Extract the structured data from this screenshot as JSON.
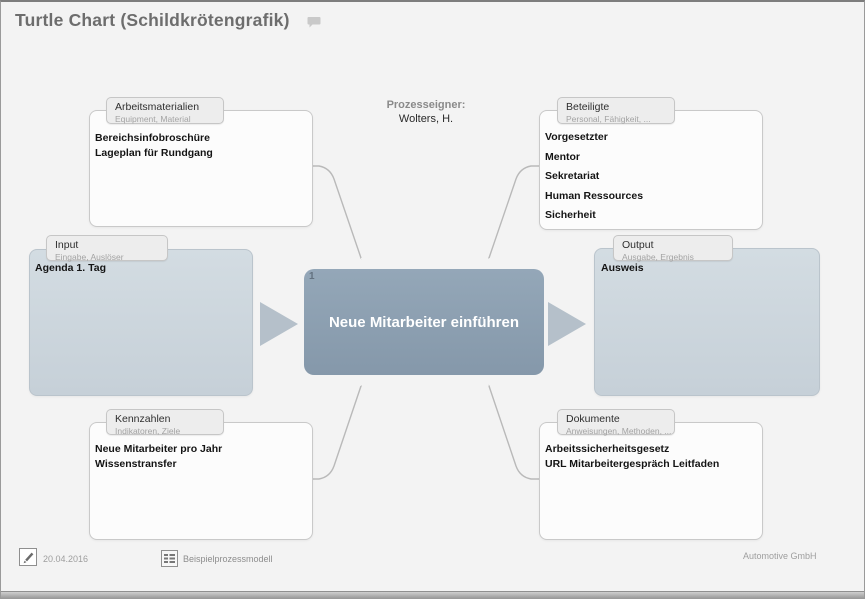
{
  "window": {
    "title": "Turtle Chart (Schildkrötengrafik)"
  },
  "process_owner": {
    "label": "Prozesseigner:",
    "name": "Wolters, H."
  },
  "process": {
    "number": "1",
    "name": "Neue Mitarbeiter einführen"
  },
  "boxes": {
    "arbeitsmaterialien": {
      "title": "Arbeitsmaterialien",
      "subtitle": "Equipment, Material",
      "items": [
        "Bereichsinfobroschüre",
        "Lageplan für Rundgang"
      ]
    },
    "beteiligte": {
      "title": "Beteiligte",
      "subtitle": "Personal, Fähigkeit, ...",
      "items": [
        "Vorgesetzter",
        "Mentor",
        "Sekretariat",
        "Human Ressources",
        "Sicherheit"
      ]
    },
    "input": {
      "title": "Input",
      "subtitle": "Eingabe, Auslöser",
      "items": [
        "Agenda 1. Tag"
      ]
    },
    "output": {
      "title": "Output",
      "subtitle": "Ausgabe, Ergebnis",
      "items": [
        "Ausweis"
      ]
    },
    "kennzahlen": {
      "title": "Kennzahlen",
      "subtitle": "Indikatoren, Ziele",
      "items": [
        "Neue Mitarbeiter pro Jahr",
        "Wissenstransfer"
      ]
    },
    "dokumente": {
      "title": "Dokumente",
      "subtitle": "Anweisungen, Methoden, ...",
      "items": [
        "Arbeitssicherheitsgesetz",
        "URL Mitarbeitergespräch Leitfaden"
      ]
    }
  },
  "footer": {
    "date": "20.04.2016",
    "model": "Beispielprozessmodell",
    "company": "Automotive GmbH"
  },
  "colors": {
    "process_fill": "#8da0b2",
    "io_fill": "#ccd6dd",
    "flow_arrow": "#b5c0ca",
    "connector": "#b9b9b9",
    "title_text": "#6d6d6d"
  }
}
